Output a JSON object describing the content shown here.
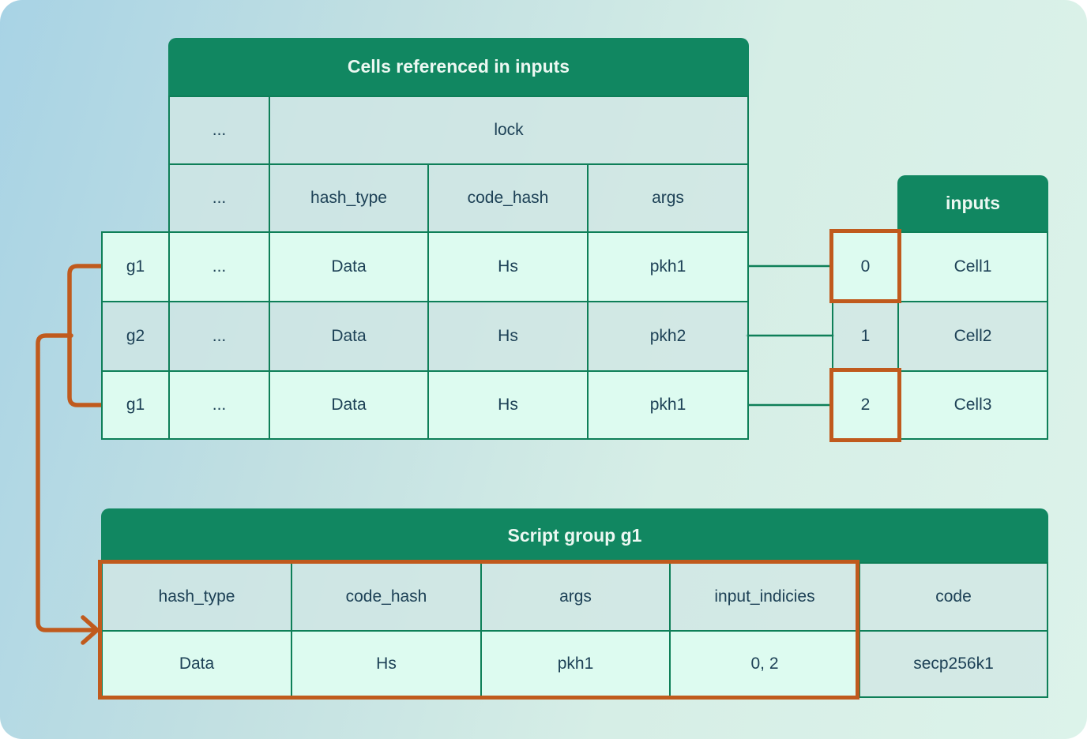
{
  "colors": {
    "header_green": "#118761",
    "border_green": "#0e7f58",
    "mint_highlight": "#ddfbf0",
    "muted_cell": "#cfe6e3",
    "orange_accent": "#c05a1d",
    "text_dark": "#1d4156",
    "title_text": "#ecf8f2"
  },
  "cells_table": {
    "title": "Cells referenced in inputs",
    "lock_row": {
      "dots": "...",
      "label": "lock"
    },
    "subheader_row": {
      "dots": "...",
      "hash_type": "hash_type",
      "code_hash": "code_hash",
      "args": "args"
    },
    "rows": [
      {
        "group": "g1",
        "dots": "...",
        "hash_type": "Data",
        "code_hash": "Hs",
        "args": "pkh1"
      },
      {
        "group": "g2",
        "dots": "...",
        "hash_type": "Data",
        "code_hash": "Hs",
        "args": "pkh2"
      },
      {
        "group": "g1",
        "dots": "...",
        "hash_type": "Data",
        "code_hash": "Hs",
        "args": "pkh1"
      }
    ]
  },
  "inputs_table": {
    "title": "inputs",
    "rows": [
      {
        "index": "0",
        "cell": "Cell1"
      },
      {
        "index": "1",
        "cell": "Cell2"
      },
      {
        "index": "2",
        "cell": "Cell3"
      }
    ]
  },
  "script_group_table": {
    "title": "Script group g1",
    "headers": [
      "hash_type",
      "code_hash",
      "args",
      "input_indicies",
      "code"
    ],
    "values": [
      "Data",
      "Hs",
      "pkh1",
      "0, 2",
      "secp256k1"
    ]
  }
}
